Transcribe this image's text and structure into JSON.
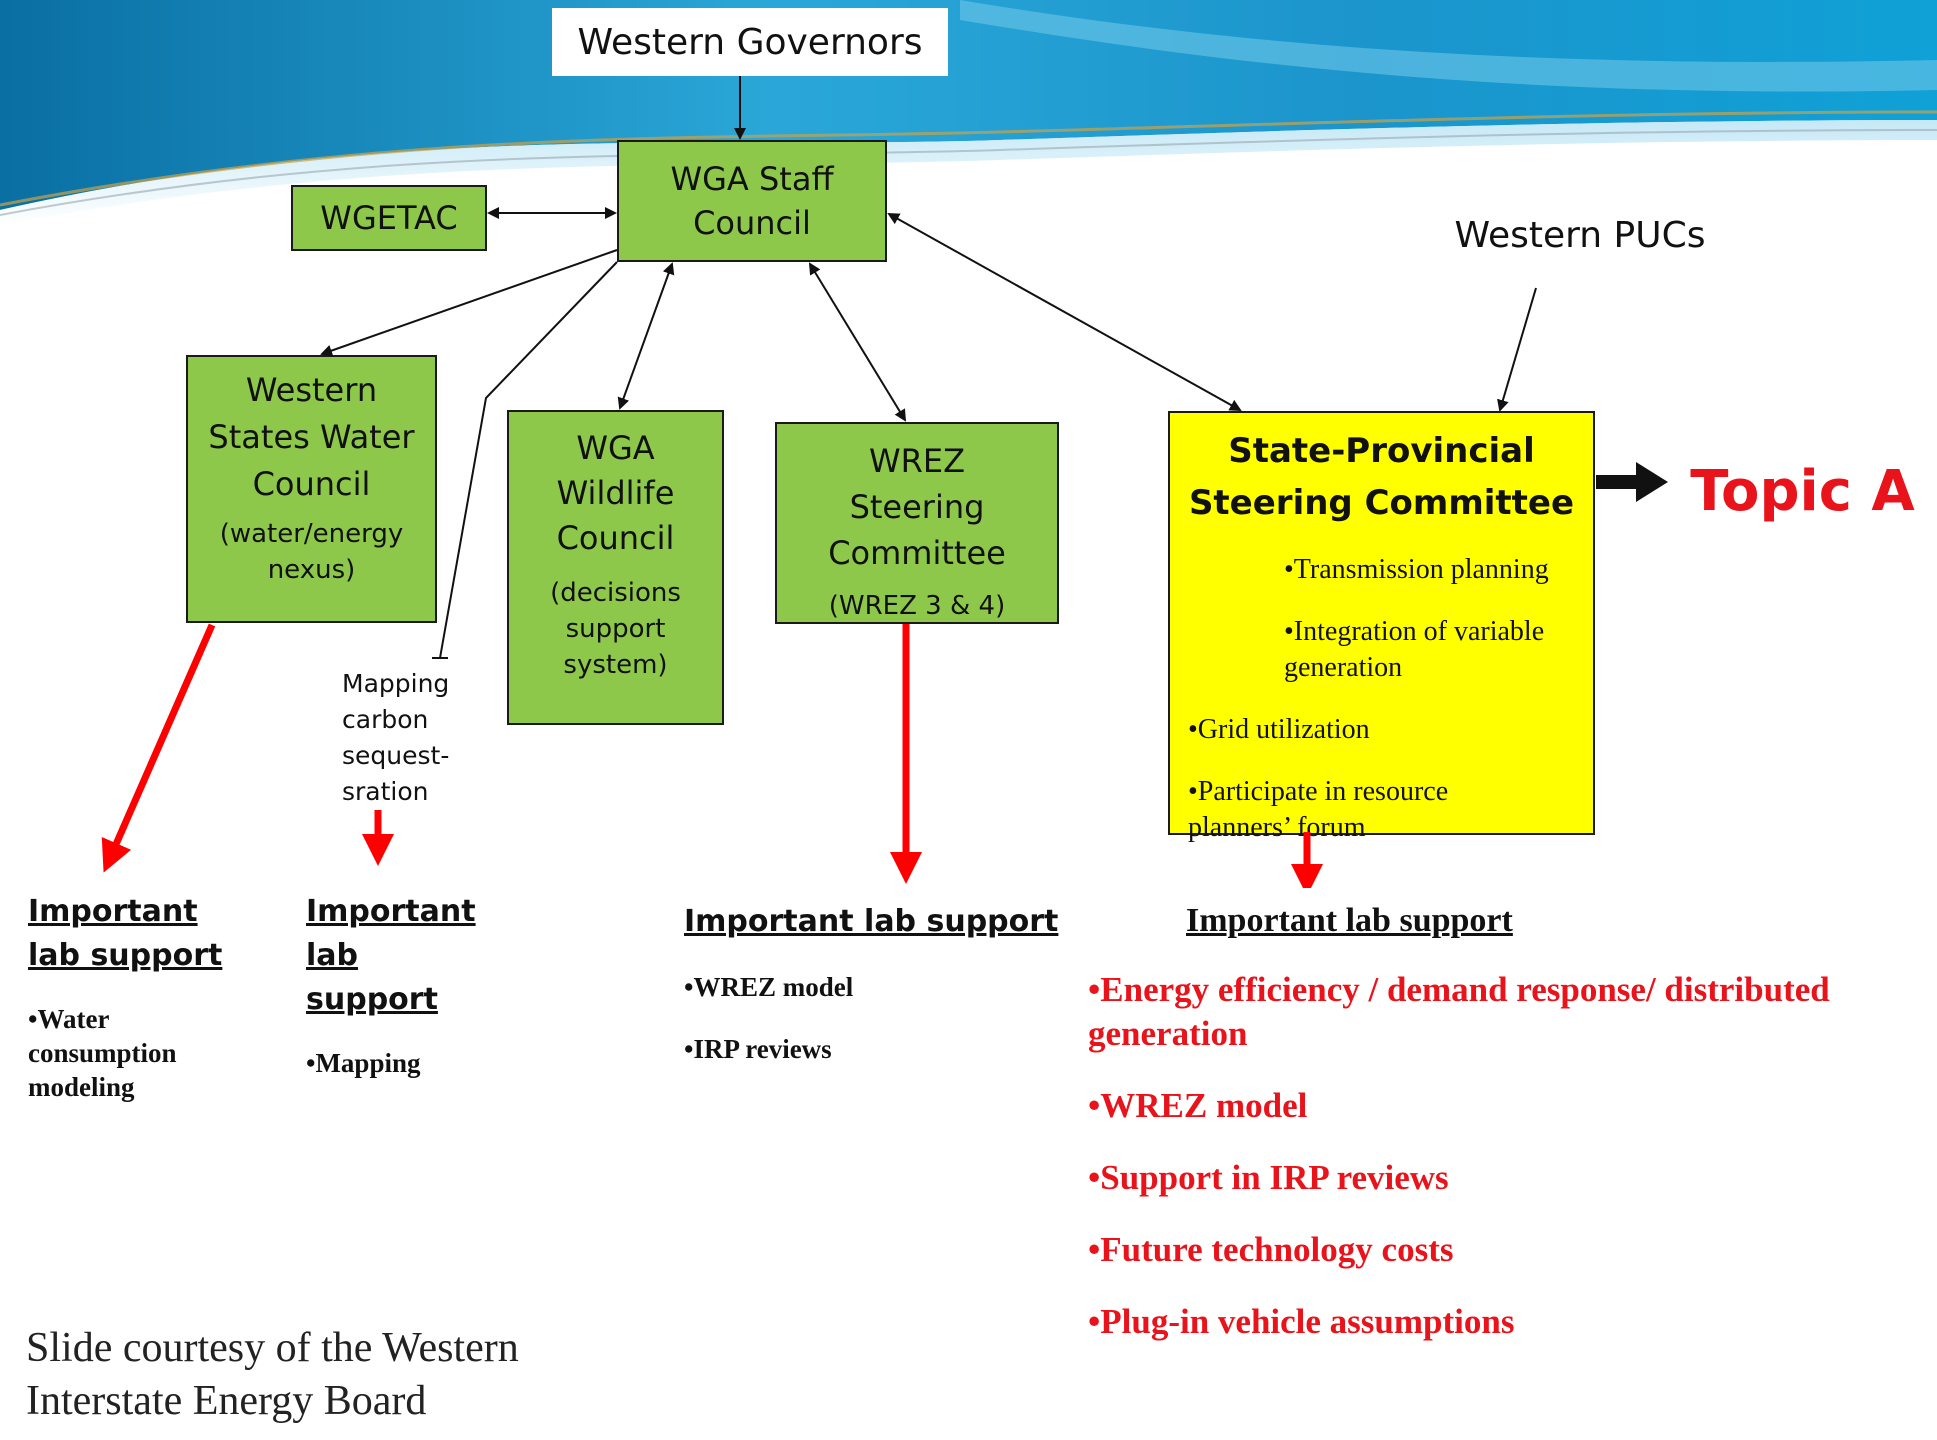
{
  "top": {
    "governors": "Western Governors",
    "pucs": "Western PUCs"
  },
  "boxes": {
    "wga_staff": "WGA Staff Council",
    "wgetac": "WGETAC",
    "water_title": "Western States Water Council",
    "water_sub": "(water/energy nexus)",
    "wildlife_title": "WGA Wildlife Council",
    "wildlife_sub": "(decisions support system)",
    "wrez_title": "WREZ Steering Committee",
    "wrez_sub": "(WREZ 3 & 4)",
    "spsc_title": "State-Provincial Steering Committee",
    "spsc_items": [
      "•Transmission planning",
      "•Integration of variable generation",
      "•Grid utilization",
      "•Participate in resource planners’ forum"
    ]
  },
  "mapping_label": "Mapping carbon sequest-sration",
  "topic": "Topic A",
  "lab": {
    "water_header": "Important lab support",
    "water_items": [
      "•Water consumption modeling"
    ],
    "mapping_header": "Important lab support",
    "mapping_items": [
      "•Mapping"
    ],
    "wrez_header": "Important lab support",
    "wrez_items": [
      "•WREZ model",
      "•IRP reviews"
    ],
    "spsc_header": "Important lab support",
    "spsc_items": [
      "•Energy efficiency / demand response/ distributed generation",
      "•WREZ model",
      "•Support in IRP reviews",
      "•Future technology costs",
      "•Plug-in vehicle assumptions"
    ]
  },
  "footer": "Slide courtesy of the Western Interstate Energy Board",
  "colors": {
    "box_green": "#8dc84a",
    "box_yellow": "#ffff00",
    "accent_red": "#e8131b",
    "wave_blue": "#1a9bd0"
  }
}
